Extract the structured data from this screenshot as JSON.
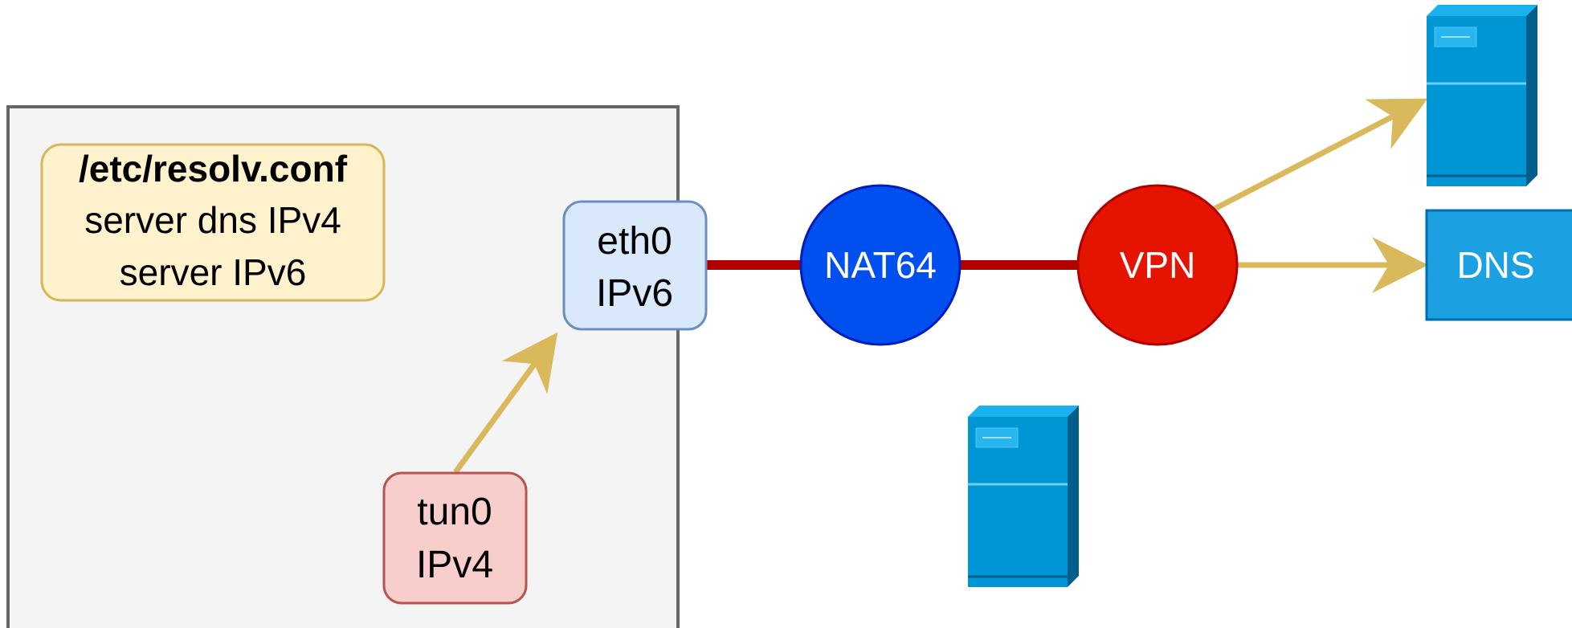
{
  "diagram": {
    "resolv_conf": {
      "title": "/etc/resolv.conf",
      "line1": "server dns IPv4",
      "line2": "server IPv6"
    },
    "eth0": {
      "line1": "eth0",
      "line2": "IPv6"
    },
    "tun0": {
      "line1": "tun0",
      "line2": "IPv4"
    },
    "nat64": {
      "label": "NAT64"
    },
    "vpn": {
      "label": "VPN"
    },
    "dns": {
      "label": "DNS"
    },
    "icons": [
      "server-icon",
      "server-icon"
    ],
    "colors": {
      "link": "#b20000",
      "arrow": "#d9b95b",
      "nat64_fill": "#0050ef",
      "vpn_fill": "#e51400",
      "dns_fill": "#1ba1e2",
      "server_front": "#0096d6",
      "server_top": "#1ab2ee",
      "server_side": "#005f8a"
    }
  }
}
